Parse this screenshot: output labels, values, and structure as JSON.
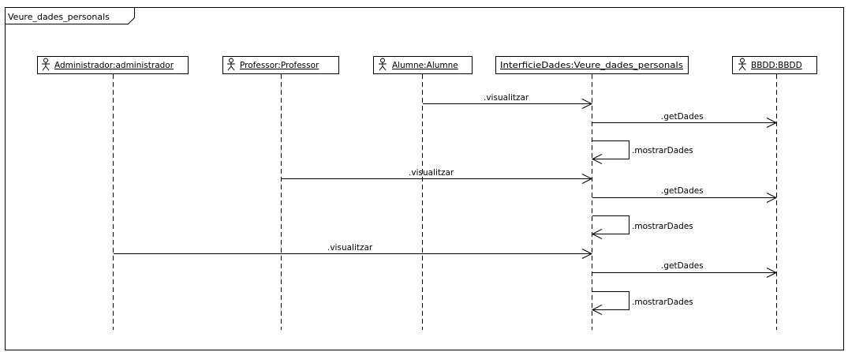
{
  "diagram": {
    "frame_title": "Veure_dades_personals",
    "lifelines": [
      {
        "label": "Administrador:administrador",
        "actor": true
      },
      {
        "label": "Professor:Professor",
        "actor": true
      },
      {
        "label": "Alumne:Alumne",
        "actor": true
      },
      {
        "label": "InterficieDades:Veure_dades_personals",
        "actor": false
      },
      {
        "label": "BBDD:BBDD",
        "actor": true
      }
    ],
    "messages": [
      {
        "label": ".visualitzar",
        "from": 2,
        "to": 3
      },
      {
        "label": ".getDades",
        "from": 3,
        "to": 4
      },
      {
        "label": ".mostrarDades",
        "from": 3,
        "to": 3
      },
      {
        "label": ".visualitzar",
        "from": 1,
        "to": 3
      },
      {
        "label": ".getDades",
        "from": 3,
        "to": 4
      },
      {
        "label": ".mostrarDades",
        "from": 3,
        "to": 3
      },
      {
        "label": ".visualitzar",
        "from": 0,
        "to": 3
      },
      {
        "label": ".getDades",
        "from": 3,
        "to": 4
      },
      {
        "label": ".mostrarDades",
        "from": 3,
        "to": 3
      }
    ],
    "icons": {
      "actor": "stick-figure-icon"
    }
  }
}
